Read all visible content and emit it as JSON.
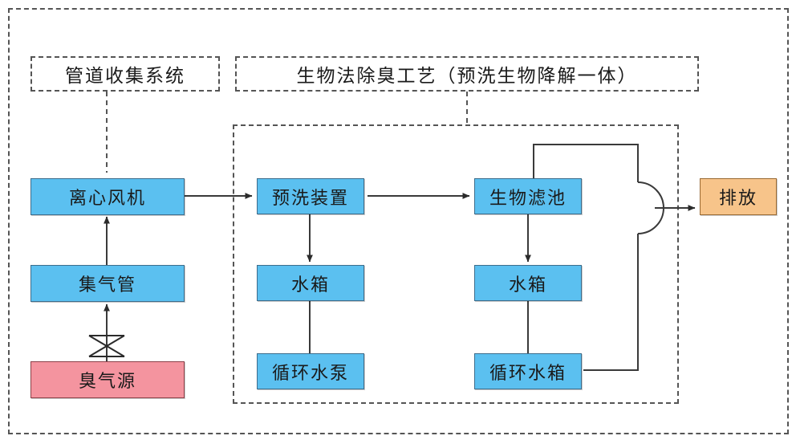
{
  "diagram": {
    "title": "",
    "colors": {
      "process": "#5BC0F0",
      "source": "#F4949F",
      "output": "#F7C48A",
      "border": "#4a4a4a",
      "dashed": "#555555",
      "line": "#3a3a3a"
    },
    "group_labels": [
      {
        "id": "pipe-collection",
        "text": "管道收集系统"
      },
      {
        "id": "bio-deodorization",
        "text": "生物法除臭工艺（预洗生物降解一体）"
      }
    ],
    "nodes": [
      {
        "id": "centrifugal-fan",
        "text": "离心风机",
        "type": "process"
      },
      {
        "id": "gas-collection-pipe",
        "text": "集气管",
        "type": "process"
      },
      {
        "id": "odor-source",
        "text": "臭气源",
        "type": "source"
      },
      {
        "id": "prewash-device",
        "text": "预洗装置",
        "type": "process"
      },
      {
        "id": "water-tank-1",
        "text": "水箱",
        "type": "process"
      },
      {
        "id": "circulating-water-pump",
        "text": "循环水泵",
        "type": "process"
      },
      {
        "id": "biological-filter",
        "text": "生物滤池",
        "type": "process"
      },
      {
        "id": "water-tank-2",
        "text": "水箱",
        "type": "process"
      },
      {
        "id": "circulating-water-tank",
        "text": "循环水箱",
        "type": "process"
      },
      {
        "id": "discharge",
        "text": "排放",
        "type": "output"
      }
    ],
    "connectors": [
      {
        "from": "odor-source",
        "to": "gas-collection-pipe",
        "symbol": "valve",
        "arrow": true
      },
      {
        "from": "gas-collection-pipe",
        "to": "centrifugal-fan",
        "arrow": true
      },
      {
        "from": "centrifugal-fan",
        "to": "prewash-device",
        "arrow": true
      },
      {
        "from": "prewash-device",
        "to": "water-tank-1",
        "arrow": true
      },
      {
        "from": "water-tank-1",
        "to": "circulating-water-pump",
        "arrow": false
      },
      {
        "from": "prewash-device",
        "to": "biological-filter",
        "arrow": true
      },
      {
        "from": "biological-filter",
        "to": "water-tank-2",
        "arrow": true
      },
      {
        "from": "water-tank-2",
        "to": "circulating-water-tank",
        "arrow": false
      },
      {
        "from": "circulating-water-tank",
        "to": "biological-filter",
        "arrow": false,
        "symbol": "line-hop",
        "note": "recirculation loop"
      },
      {
        "from": "biological-filter",
        "to": "discharge",
        "arrow": true
      }
    ]
  }
}
